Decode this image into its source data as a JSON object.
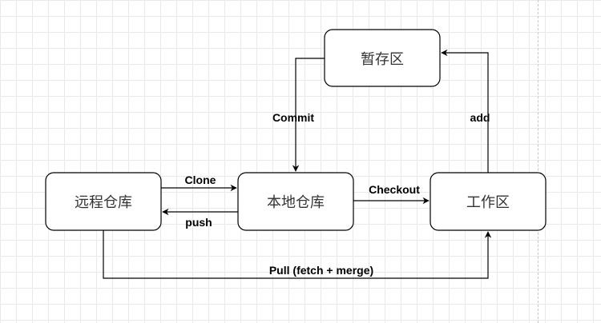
{
  "diagram": {
    "nodes": {
      "staging": {
        "label": "暂存区"
      },
      "remote": {
        "label": "远程仓库"
      },
      "local": {
        "label": "本地仓库"
      },
      "workspace": {
        "label": "工作区"
      }
    },
    "edges": {
      "commit": {
        "label": "Commit"
      },
      "add": {
        "label": "add"
      },
      "clone": {
        "label": "Clone"
      },
      "push": {
        "label": "push"
      },
      "checkout": {
        "label": "Checkout"
      },
      "pull": {
        "label": "Pull (fetch + merge)"
      }
    },
    "colors": {
      "stroke": "#000000",
      "fill": "#ffffff",
      "node_text": "#333333",
      "grid": "#e9e9e9"
    }
  }
}
